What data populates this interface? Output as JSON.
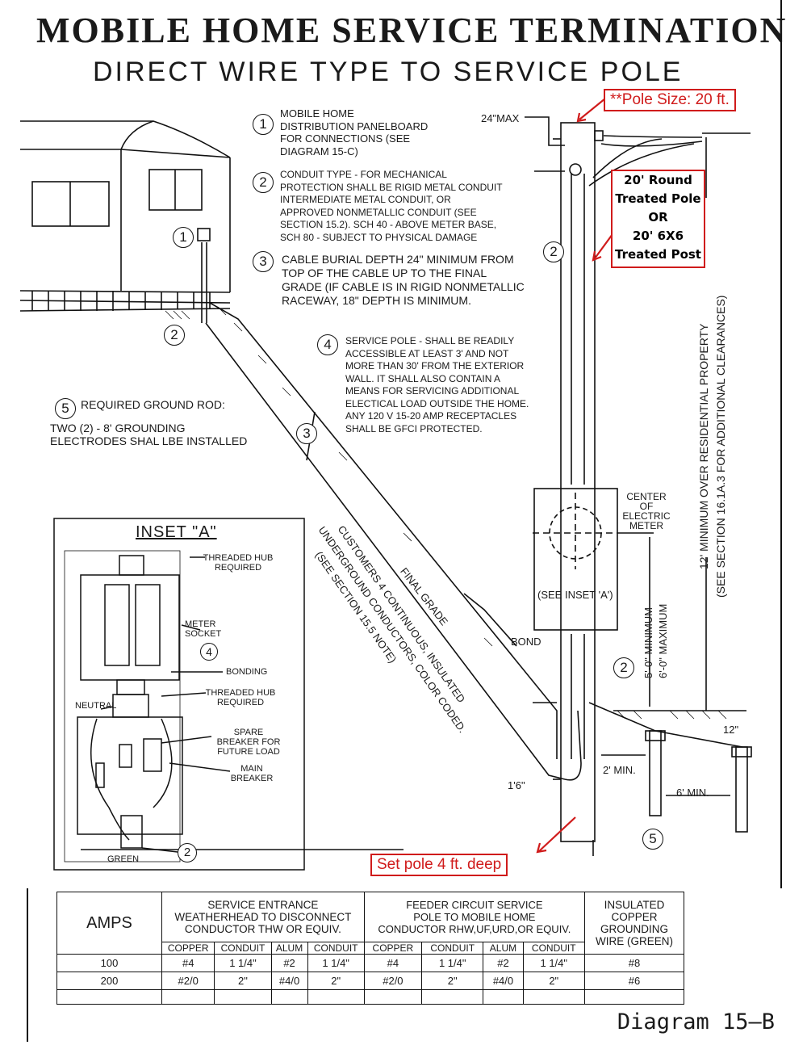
{
  "title": "MOBILE HOME SERVICE TERMINATION",
  "subtitle": "DIRECT WIRE TYPE TO SERVICE POLE",
  "red_annotations": {
    "pole_size": "**Pole Size: 20 ft.",
    "pole_type_lines": [
      "20' Round",
      "Treated Pole",
      "OR",
      "20' 6X6",
      "Treated Post"
    ],
    "set_pole": "Set pole 4 ft. deep"
  },
  "notes": [
    {
      "num": "1",
      "text": "MOBILE HOME\nDISTRIBUTION PANELBOARD\nFOR CONNECTIONS (SEE\nDIAGRAM 15-C)"
    },
    {
      "num": "2",
      "text": "CONDUIT TYPE - FOR MECHANICAL\nPROTECTION SHALL BE RIGID METAL CONDUIT\nINTERMEDIATE METAL CONDUIT, OR\nAPPROVED NONMETALLIC CONDUIT (SEE\nSECTION 15.2). SCH 40 - ABOVE METER BASE,\nSCH 80 - SUBJECT TO PHYSICAL DAMAGE"
    },
    {
      "num": "3",
      "text": "CABLE BURIAL DEPTH 24\" MINIMUM FROM\nTOP OF THE CABLE UP TO THE FINAL\nGRADE (IF CABLE IS IN RIGID NONMETALLIC\nRACEWAY, 18\" DEPTH IS MINIMUM."
    },
    {
      "num": "4",
      "text": "SERVICE POLE - SHALL BE READILY\nACCESSIBLE AT LEAST 3' AND NOT\nMORE THAN 30' FROM THE EXTERIOR\nWALL.  IT SHALL ALSO CONTAIN A\nMEANS FOR SERVICING ADDITIONAL\nELECTICAL LOAD OUTSIDE THE HOME.\nANY 120 V 15-20 AMP RECEPTACLES\nSHALL BE GFCI PROTECTED."
    },
    {
      "num": "5",
      "title": "REQUIRED GROUND ROD:",
      "text": "TWO (2) - 8' GROUNDING\nELECTRODES SHAL LBE INSTALLED"
    }
  ],
  "labels": {
    "max_24": "24\"MAX",
    "center_meter": "CENTER\nOF\nELECTRIC\nMETER",
    "see_inset": "(SEE INSET 'A')",
    "bond": "BOND",
    "final_grade": "FINAL GRADE",
    "customers_line1": "CUSTOMERS 4 CONTINUOUS, INSULATED",
    "customers_line2": "UNDERGROUND CONDUCTORS, COLOR CODED.",
    "customers_line3": "(SEE SECTION 15.5 NOTE)",
    "min_max_line1": "5'-0\" MINIMUM",
    "min_max_line2": "6'-0\" MAXIMUM",
    "clearance_line1": "12' MINIMUM OVER RESIDENTIAL PROPERTY",
    "clearance_line2": "(SEE SECTION 16.1A.3 FOR ADDITIONAL CLEARANCES)",
    "one_six": "1'6\"",
    "two_min": "2'  MIN.",
    "six_min": "6'  MIN.",
    "twelve_in": "12\""
  },
  "inset": {
    "title": "INSET \"A\"",
    "threaded_hub_1": "THREADED HUB\nREQUIRED",
    "meter_socket": "METER\nSOCKET",
    "bonding": "BONDING",
    "threaded_hub_2": "THREADED HUB\nREQUIRED",
    "neutral": "NEUTRAL",
    "spare_breaker": "SPARE\nBREAKER FOR\nFUTURE LOAD",
    "main_breaker": "MAIN\nBREAKER",
    "green": "GREEN"
  },
  "table": {
    "amps_header": "AMPS",
    "group1_header": "SERVICE ENTRANCE\nWEATHERHEAD TO DISCONNECT\nCONDUCTOR THW OR EQUIV.",
    "group2_header": "FEEDER CIRCUIT SERVICE\nPOLE TO MOBILE HOME\nCONDUCTOR RHW,UF,URD,OR EQUIV.",
    "group3_header": "INSULATED\nCOPPER\nGROUNDING\nWIRE (GREEN)",
    "sub_headers": [
      "COPPER",
      "CONDUIT",
      "ALUM",
      "CONDUIT",
      "COPPER",
      "CONDUIT",
      "ALUM",
      "CONDUIT"
    ],
    "rows": [
      {
        "amps": "100",
        "cells": [
          "#4",
          "1 1/4\"",
          "#2",
          "1 1/4\"",
          "#4",
          "1 1/4\"",
          "#2",
          "1 1/4\""
        ],
        "ground": "#8"
      },
      {
        "amps": "200",
        "cells": [
          "#2/0",
          "2\"",
          "#4/0",
          "2\"",
          "#2/0",
          "2\"",
          "#4/0",
          "2\""
        ],
        "ground": "#6"
      }
    ]
  },
  "diagram_number": "Diagram 15–B"
}
